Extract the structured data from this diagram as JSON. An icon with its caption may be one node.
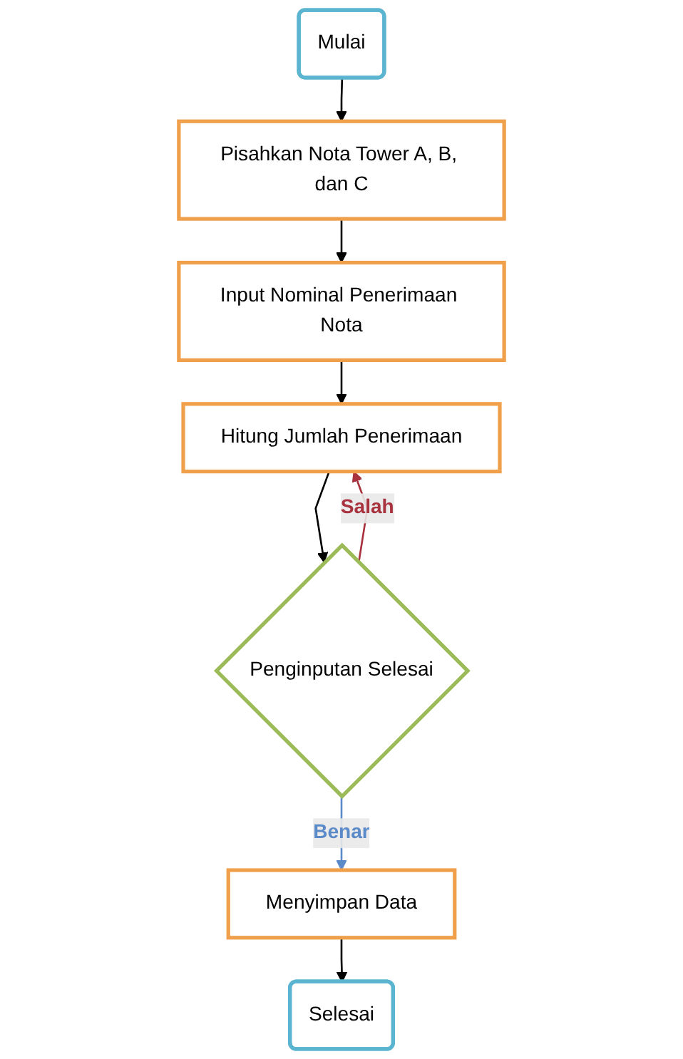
{
  "diagram": {
    "nodes": [
      {
        "text": [
          "Mulai"
        ]
      },
      {
        "text": [
          "Pisahkan Nota Tower A, B, dan C"
        ]
      },
      {
        "text": [
          "Input Nominal Penerimaan Nota"
        ]
      },
      {
        "text": [
          "Hitung Jumlah Penerimaan"
        ]
      },
      {
        "text": [
          "Penginputan Selesai"
        ]
      },
      {
        "text": [
          "Menyimpan Data"
        ]
      },
      {
        "text": [
          "Selesai"
        ]
      }
    ],
    "edges": [
      {
        "from": 0,
        "to": 1,
        "arrow": "to"
      },
      {
        "from": 1,
        "to": 2,
        "arrow": "to"
      },
      {
        "from": 2,
        "to": 3,
        "arrow": "to"
      },
      {
        "from": 3,
        "to": 4,
        "arrow": "to"
      },
      {
        "from": 4,
        "to": 3,
        "arrow": "to",
        "label": "Salah",
        "color": "#a8323e"
      },
      {
        "from": 4,
        "to": 5,
        "arrow": "to",
        "label": "Benar",
        "color": "#5b8ac8"
      },
      {
        "from": 5,
        "to": 6,
        "arrow": "to"
      }
    ]
  }
}
